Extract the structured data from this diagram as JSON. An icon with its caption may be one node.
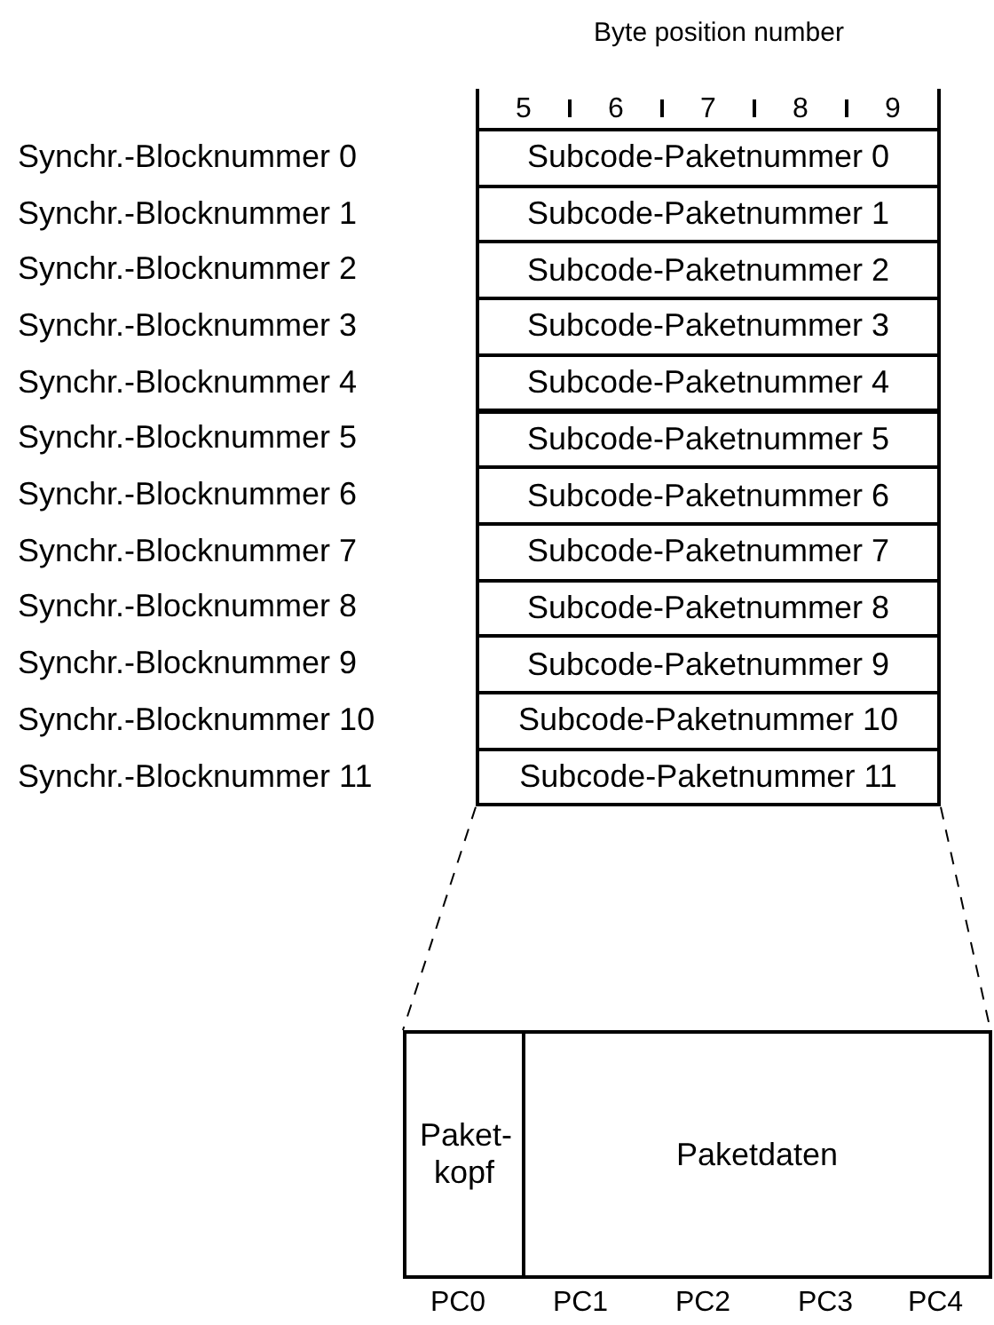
{
  "diagram": {
    "title": "Byte position number",
    "nodes": [
      {
        "text": [
          "Subcode-Paketnummer 0"
        ],
        "beside": [
          "Synchr.-Blocknummer 0"
        ]
      },
      {
        "text": [
          "Subcode-Paketnummer 1"
        ],
        "beside": [
          "Synchr.-Blocknummer 1"
        ]
      },
      {
        "text": [
          "Subcode-Paketnummer 2"
        ],
        "beside": [
          "Synchr.-Blocknummer 2"
        ]
      },
      {
        "text": [
          "Subcode-Paketnummer 3"
        ],
        "beside": [
          "Synchr.-Blocknummer 3"
        ]
      },
      {
        "text": [
          "Subcode-Paketnummer 4"
        ],
        "beside": [
          "Synchr.-Blocknummer 4"
        ]
      },
      {
        "text": [
          "Subcode-Paketnummer 5"
        ],
        "beside": [
          "Synchr.-Blocknummer 5"
        ]
      },
      {
        "text": [
          "Subcode-Paketnummer 6"
        ],
        "beside": [
          "Synchr.-Blocknummer 6"
        ]
      },
      {
        "text": [
          "Subcode-Paketnummer 7"
        ],
        "beside": [
          "Synchr.-Blocknummer 7"
        ]
      },
      {
        "text": [
          "Subcode-Paketnummer 8"
        ],
        "beside": [
          "Synchr.-Blocknummer 8"
        ]
      },
      {
        "text": [
          "Subcode-Paketnummer 9"
        ],
        "beside": [
          "Synchr.-Blocknummer 9"
        ]
      },
      {
        "text": [
          "Subcode-Paketnummer 10"
        ],
        "beside": [
          "Synchr.-Blocknummer 10"
        ]
      },
      {
        "text": [
          "Subcode-Paketnummer 11"
        ],
        "beside": [
          "Synchr.-Blocknummer 11"
        ]
      },
      {
        "text": [],
        "shape": "box"
      },
      {
        "text": [
          "Paket- kopf"
        ],
        "in": 12
      },
      {
        "text": [
          "Paketdaten"
        ],
        "in": 12
      }
    ],
    "edges": [
      {
        "from": 11,
        "to": 12,
        "arrow": "none",
        "style": "dashed"
      },
      {
        "from": 11,
        "to": 12,
        "arrow": "none",
        "style": "dashed"
      }
    ],
    "labels": [
      "5",
      "6",
      "7",
      "8",
      "9",
      "PC0",
      "PC1",
      "PC2",
      "PC3",
      "PC4"
    ]
  }
}
